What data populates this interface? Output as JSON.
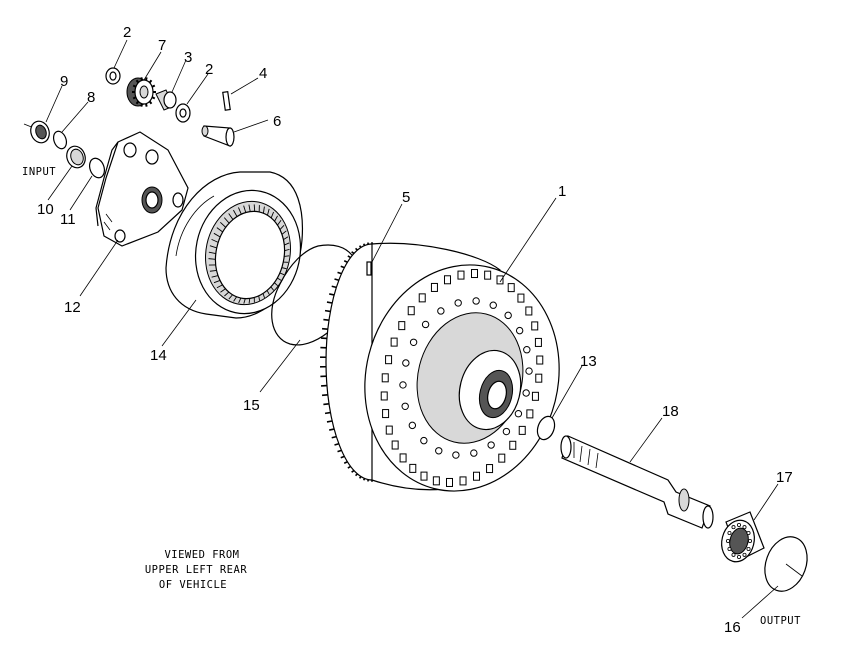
{
  "parts": [
    {
      "id": "callout-1",
      "number": "1"
    },
    {
      "id": "callout-2a",
      "number": "2"
    },
    {
      "id": "callout-2b",
      "number": "2"
    },
    {
      "id": "callout-3",
      "number": "3"
    },
    {
      "id": "callout-4",
      "number": "4"
    },
    {
      "id": "callout-5",
      "number": "5"
    },
    {
      "id": "callout-6",
      "number": "6"
    },
    {
      "id": "callout-7",
      "number": "7"
    },
    {
      "id": "callout-8",
      "number": "8"
    },
    {
      "id": "callout-9",
      "number": "9"
    },
    {
      "id": "callout-10",
      "number": "10"
    },
    {
      "id": "callout-11",
      "number": "11"
    },
    {
      "id": "callout-12",
      "number": "12"
    },
    {
      "id": "callout-13",
      "number": "13"
    },
    {
      "id": "callout-14",
      "number": "14"
    },
    {
      "id": "callout-15",
      "number": "15"
    },
    {
      "id": "callout-16",
      "number": "16"
    },
    {
      "id": "callout-17",
      "number": "17"
    },
    {
      "id": "callout-18",
      "number": "18"
    }
  ],
  "labels": {
    "input": "INPUT",
    "output": "OUTPUT",
    "viewed_line1": "VIEWED FROM",
    "viewed_line2": "UPPER LEFT REAR",
    "viewed_line3": "OF VEHICLE"
  }
}
